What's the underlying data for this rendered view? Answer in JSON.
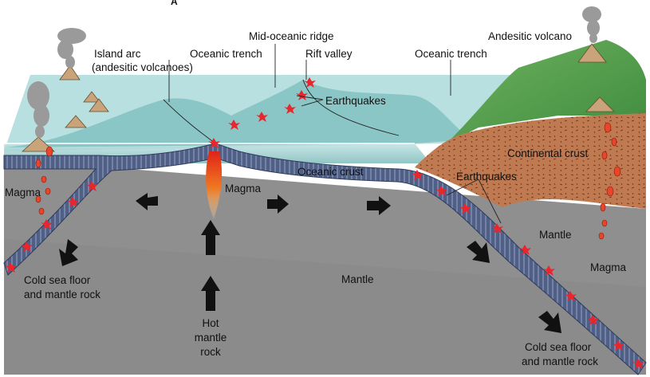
{
  "figure": {
    "panel_letter": "A"
  },
  "labels": {
    "island_arc_line1": "Island arc",
    "island_arc_line2": "(andesitic volcanoes)",
    "oceanic_trench_left": "Oceanic trench",
    "mid_oceanic_ridge": "Mid-oceanic ridge",
    "rift_valley": "Rift valley",
    "oceanic_trench_right": "Oceanic trench",
    "andesitic_volcano": "Andesitic volcano",
    "earthquakes_top": "Earthquakes",
    "continental_crust": "Continental crust",
    "oceanic_crust": "Oceanic crust",
    "earthquakes_right": "Earthquakes",
    "magma_left": "Magma",
    "magma_center": "Magma",
    "magma_right": "Magma",
    "mantle_right": "Mantle",
    "mantle_center": "Mantle",
    "cold_left_line1": "Cold sea floor",
    "cold_left_line2": "and mantle rock",
    "cold_right_line1": "Cold sea floor",
    "cold_right_line2": "and mantle rock",
    "hot_line1": "Hot",
    "hot_line2": "mantle",
    "hot_line3": "rock"
  },
  "colors": {
    "mantle": "#8f8f8f",
    "ocean_water": "#8cc9c9",
    "ocean_surface": "#b5dede",
    "oceanic_crust": "#4f5f86",
    "continental_crust": "#c07a52",
    "land_green": "#4f9a4a",
    "magma_red": "#e8452a",
    "earthquake_star": "#e8262c",
    "arrow": "#111111"
  },
  "icons": {
    "earthquake": "earthquake-star-icon",
    "magma_drop": "magma-drop-icon",
    "flow_arrow": "arrow-icon",
    "volcano": "volcano-icon"
  }
}
